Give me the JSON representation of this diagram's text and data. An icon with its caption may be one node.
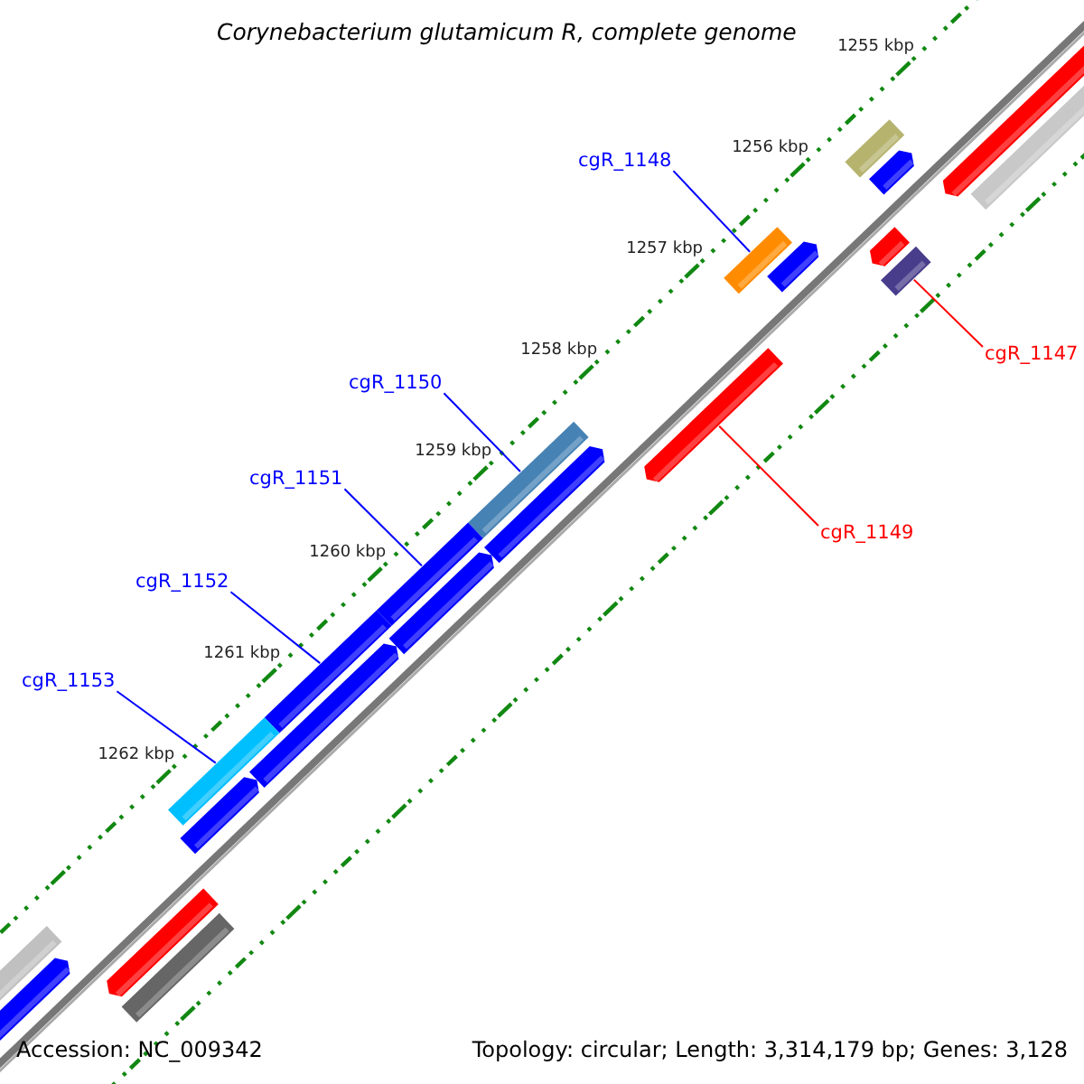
{
  "diagram": {
    "title": "Corynebacterium glutamicum R, complete genome",
    "nodes": [
      {
        "text": [
          "cgR_1148"
        ]
      },
      {
        "text": [
          "cgR_1147"
        ]
      },
      {
        "text": [
          "cgR_1150"
        ]
      },
      {
        "text": [
          "cgR_1151"
        ]
      },
      {
        "text": [
          "cgR_1149"
        ]
      },
      {
        "text": [
          "cgR_1152"
        ]
      },
      {
        "text": [
          "cgR_1153"
        ]
      },
      {
        "text": [],
        "shape": "bar"
      },
      {
        "text": [],
        "shape": "bar"
      },
      {
        "text": [],
        "shape": "bar"
      },
      {
        "text": [],
        "shape": "bar"
      },
      {
        "text": [],
        "shape": "arrow"
      },
      {
        "text": [],
        "shape": "bar"
      },
      {
        "text": [],
        "shape": "bar"
      }
    ],
    "edges": [
      {
        "from": 0,
        "to": 7,
        "arrow": "none"
      },
      {
        "from": 1,
        "to": 8,
        "arrow": "none",
        "color": "#ff0000"
      },
      {
        "from": 2,
        "to": 9,
        "arrow": "none"
      },
      {
        "from": 3,
        "to": 10,
        "arrow": "none"
      },
      {
        "from": 4,
        "to": 11,
        "arrow": "none",
        "color": "#ff0000"
      },
      {
        "from": 5,
        "to": 12,
        "arrow": "none"
      },
      {
        "from": 6,
        "to": 13,
        "arrow": "none"
      }
    ],
    "labels": [
      "1255 kbp",
      "1256 kbp",
      "1257 kbp",
      "1258 kbp",
      "1259 kbp",
      "1260 kbp",
      "1261 kbp",
      "1262 kbp",
      "Accession: NC_009342",
      "Topology: circular; Length: 3,314,179 bp; Genes: 3,128"
    ]
  }
}
